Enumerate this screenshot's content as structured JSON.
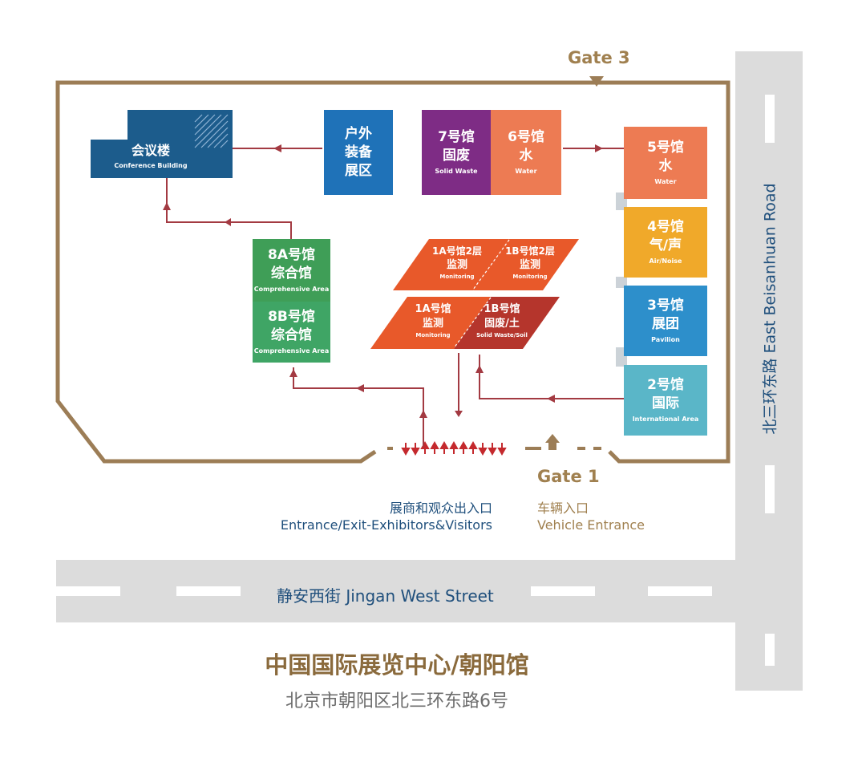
{
  "colors": {
    "wall": "#9c7d56",
    "road": "#dcdcdc",
    "arrow": "#a33a42",
    "navy": "#1c5c8c",
    "blue": "#1f72b8",
    "purple": "#7e2c85",
    "orange": "#ed7b53",
    "amber": "#f0a92a",
    "sky": "#2d8fcb",
    "teal": "#5ab6c8",
    "green": "#3f9e57",
    "green_light": "#3fa565",
    "parallelogram_orange": "#e8592a",
    "parallelogram_red": "#b5352c",
    "title_brown": "#8a6a3c"
  },
  "gates": {
    "gate3": "Gate 3",
    "gate1": "Gate 1"
  },
  "roads": {
    "west_street": "静安西街 Jingan West Street",
    "east_road": "北三环东路 East Beisanhuan Road"
  },
  "halls": {
    "conference": {
      "cn": "会议楼",
      "en": "Conference Building"
    },
    "outdoor": {
      "cn1": "户外",
      "cn2": "装备",
      "cn3": "展区"
    },
    "hall7": {
      "cn1": "7号馆",
      "cn2": "固废",
      "en": "Solid Waste"
    },
    "hall6": {
      "cn1": "6号馆",
      "cn2": "水",
      "en": "Water"
    },
    "hall5": {
      "cn1": "5号馆",
      "cn2": "水",
      "en": "Water"
    },
    "hall4": {
      "cn1": "4号馆",
      "cn2": "气/声",
      "en": "Air/Noise"
    },
    "hall3": {
      "cn1": "3号馆",
      "cn2": "展团",
      "en": "Pavilion"
    },
    "hall2": {
      "cn1": "2号馆",
      "cn2": "国际",
      "en": "International Area"
    },
    "hall8a": {
      "cn1": "8A号馆",
      "cn2": "综合馆",
      "en": "Comprehensive Area"
    },
    "hall8b": {
      "cn1": "8B号馆",
      "cn2": "综合馆",
      "en": "Comprehensive Area"
    },
    "hall1a2": {
      "cn1": "1A号馆2层",
      "cn2": "监测",
      "en": "Monitoring"
    },
    "hall1b2": {
      "cn1": "1B号馆2层",
      "cn2": "监测",
      "en": "Monitoring"
    },
    "hall1a": {
      "cn1": "1A号馆",
      "cn2": "监测",
      "en": "Monitoring"
    },
    "hall1b": {
      "cn1": "1B号馆",
      "cn2": "固废/土",
      "en": "Solid Waste/Soil"
    }
  },
  "entrances": {
    "visitor_cn": "展商和观众出入口",
    "visitor_en": "Entrance/Exit-Exhibitors&Visitors",
    "vehicle_cn": "车辆入口",
    "vehicle_en": "Vehicle Entrance"
  },
  "footer": {
    "title": "中国国际展览中心/朝阳馆",
    "address": "北京市朝阳区北三环东路6号"
  }
}
